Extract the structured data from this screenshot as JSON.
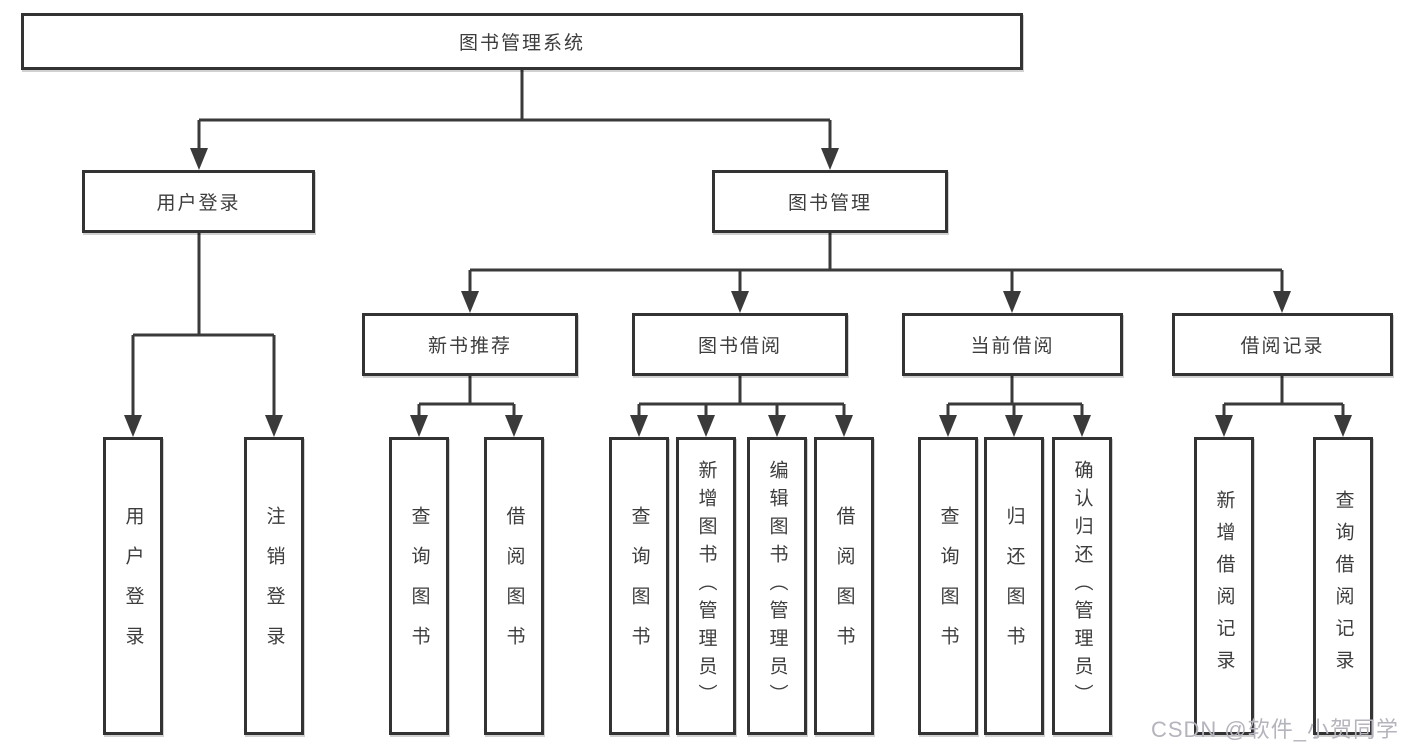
{
  "tree": {
    "root": {
      "label": "图书管理系统"
    },
    "branches": [
      {
        "label": "用户登录",
        "children": [
          {
            "label": "用户登录"
          },
          {
            "label": "注销登录"
          }
        ]
      },
      {
        "label": "图书管理",
        "children": [
          {
            "label": "新书推荐",
            "children": [
              {
                "label": "查询图书"
              },
              {
                "label": "借阅图书"
              }
            ]
          },
          {
            "label": "图书借阅",
            "children": [
              {
                "label": "查询图书"
              },
              {
                "label": "新增图书（管理员）"
              },
              {
                "label": "编辑图书（管理员）"
              },
              {
                "label": "借阅图书"
              }
            ]
          },
          {
            "label": "当前借阅",
            "children": [
              {
                "label": "查询图书"
              },
              {
                "label": "归还图书"
              },
              {
                "label": "确认归还（管理员）"
              }
            ]
          },
          {
            "label": "借阅记录",
            "children": [
              {
                "label": "新增借阅记录"
              },
              {
                "label": "查询借阅记录"
              }
            ]
          }
        ]
      }
    ]
  },
  "watermark": "CSDN @软件_小贺同学",
  "colors": {
    "line": "#3a3a3a",
    "box_border": "#333333",
    "text": "#3d3d3d",
    "watermark": "#b4b4bd",
    "background": "#ffffff"
  }
}
